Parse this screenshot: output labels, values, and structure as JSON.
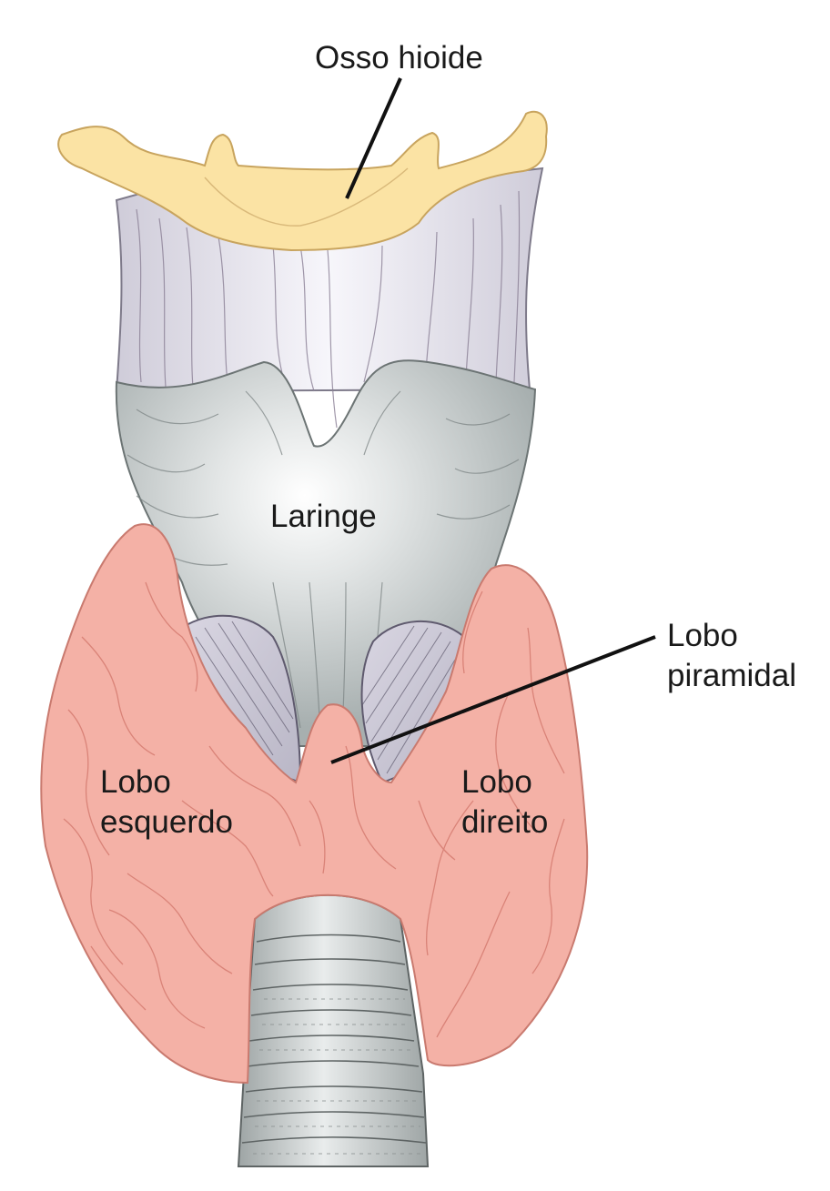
{
  "labels": {
    "hyoid": "Osso hioide",
    "larynx": "Laringe",
    "pyramidal_line1": "Lobo",
    "pyramidal_line2": "piramidal",
    "left_lobe_line1": "Lobo",
    "left_lobe_line2": "esquerdo",
    "right_lobe_line1": "Lobo",
    "right_lobe_line2": "direito"
  },
  "colors": {
    "hyoid_bone": "#fbe3a4",
    "membrane": "#e6e4ec",
    "larynx": "#c5cbcb",
    "thyroid": "#f4b1a6",
    "thyroid_lines": "#d57b70",
    "trachea": "#bfc4c4",
    "leader_line": "#111111"
  }
}
